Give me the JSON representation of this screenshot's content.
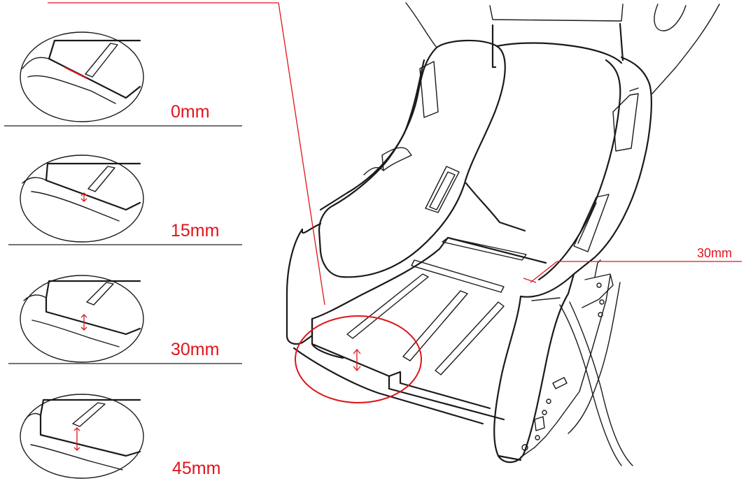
{
  "labels": {
    "detail_0": "0mm",
    "detail_15": "15mm",
    "detail_30": "30mm",
    "detail_45": "45mm",
    "seat_callout": "30mm"
  },
  "colors": {
    "accent": "#e0141b",
    "ink": "#1a1a1a",
    "background": "#ffffff"
  }
}
